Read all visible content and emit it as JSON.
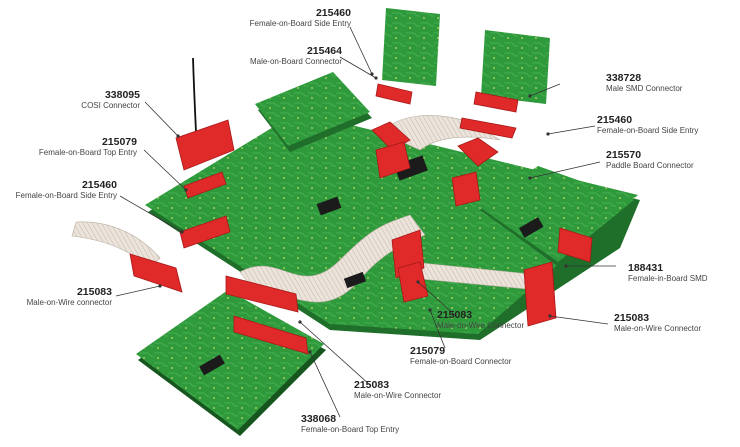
{
  "colors": {
    "pcb": "#2f9a3c",
    "pcb_dark": "#1f6e2a",
    "pcb_edge": "#17561f",
    "connector": "#e02a2a",
    "connector_dark": "#a81818",
    "ribbon": "#ece4da",
    "ribbon_line": "#b8aea3",
    "leader": "#333333",
    "chip": "#1b1b1b"
  },
  "labels": [
    {
      "id": "l1",
      "num": "215460",
      "desc": "Female-on-Board Side Entry"
    },
    {
      "id": "l2",
      "num": "215464",
      "desc": "Male-on-Board Connector"
    },
    {
      "id": "l3",
      "num": "338095",
      "desc": "COSI Connector"
    },
    {
      "id": "l4",
      "num": "338728",
      "desc": "Male SMD Connector"
    },
    {
      "id": "l5",
      "num": "215460",
      "desc": "Female-on-Board Side Entry"
    },
    {
      "id": "l6",
      "num": "215079",
      "desc": "Female-on-Board Top Entry"
    },
    {
      "id": "l7",
      "num": "215570",
      "desc": "Paddle Board Connector"
    },
    {
      "id": "l8",
      "num": "215460",
      "desc": "Female-on-Board Side Entry"
    },
    {
      "id": "l9",
      "num": "188431",
      "desc": "Female-in-Board SMD"
    },
    {
      "id": "l10",
      "num": "215083",
      "desc": "Male-on-Wire connector"
    },
    {
      "id": "l11",
      "num": "215083",
      "desc": "Male-on-Wire Connector"
    },
    {
      "id": "l12",
      "num": "215083",
      "desc": "Male-on-Wire Connector"
    },
    {
      "id": "l13",
      "num": "215079",
      "desc": "Female-on-Board Connector"
    },
    {
      "id": "l14",
      "num": "215083",
      "desc": "Male-on-Wire Connector"
    },
    {
      "id": "l15",
      "num": "338068",
      "desc": "Female-on-Board Top Entry"
    }
  ]
}
